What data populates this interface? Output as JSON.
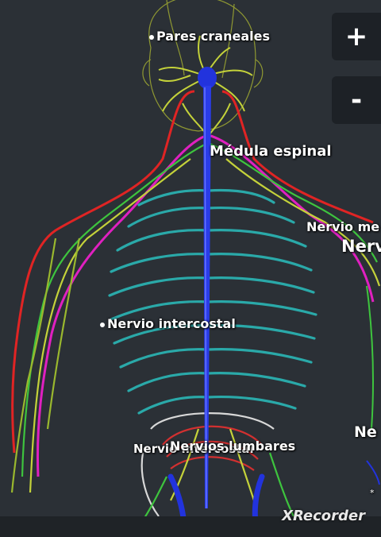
{
  "colors": {
    "background": "#2b3036",
    "spinal_cord": "#2233dd",
    "intercostal": "#2aa9a9",
    "cranial": "#b8c832",
    "red_nerve": "#e02424",
    "magenta_nerve": "#e020c0",
    "green_nerve": "#3ec43e",
    "lumbar": "#d23030",
    "white_nerve": "#d8d8d8"
  },
  "labels": {
    "cranial": "Pares craneales",
    "spinal_cord": "Médula espinal",
    "median_partial_small": "Nervio me",
    "median_partial_large": "Nerv",
    "intercostal": "Nervio intercostal",
    "intercostal_overlap": "Nervio intercostal",
    "lumbar": "Nervios lumbares",
    "right_edge_partial": "Ne",
    "right_edge_note": "*"
  },
  "controls": {
    "zoom_in": "+",
    "zoom_out": "-"
  },
  "watermark": "XRecorder"
}
